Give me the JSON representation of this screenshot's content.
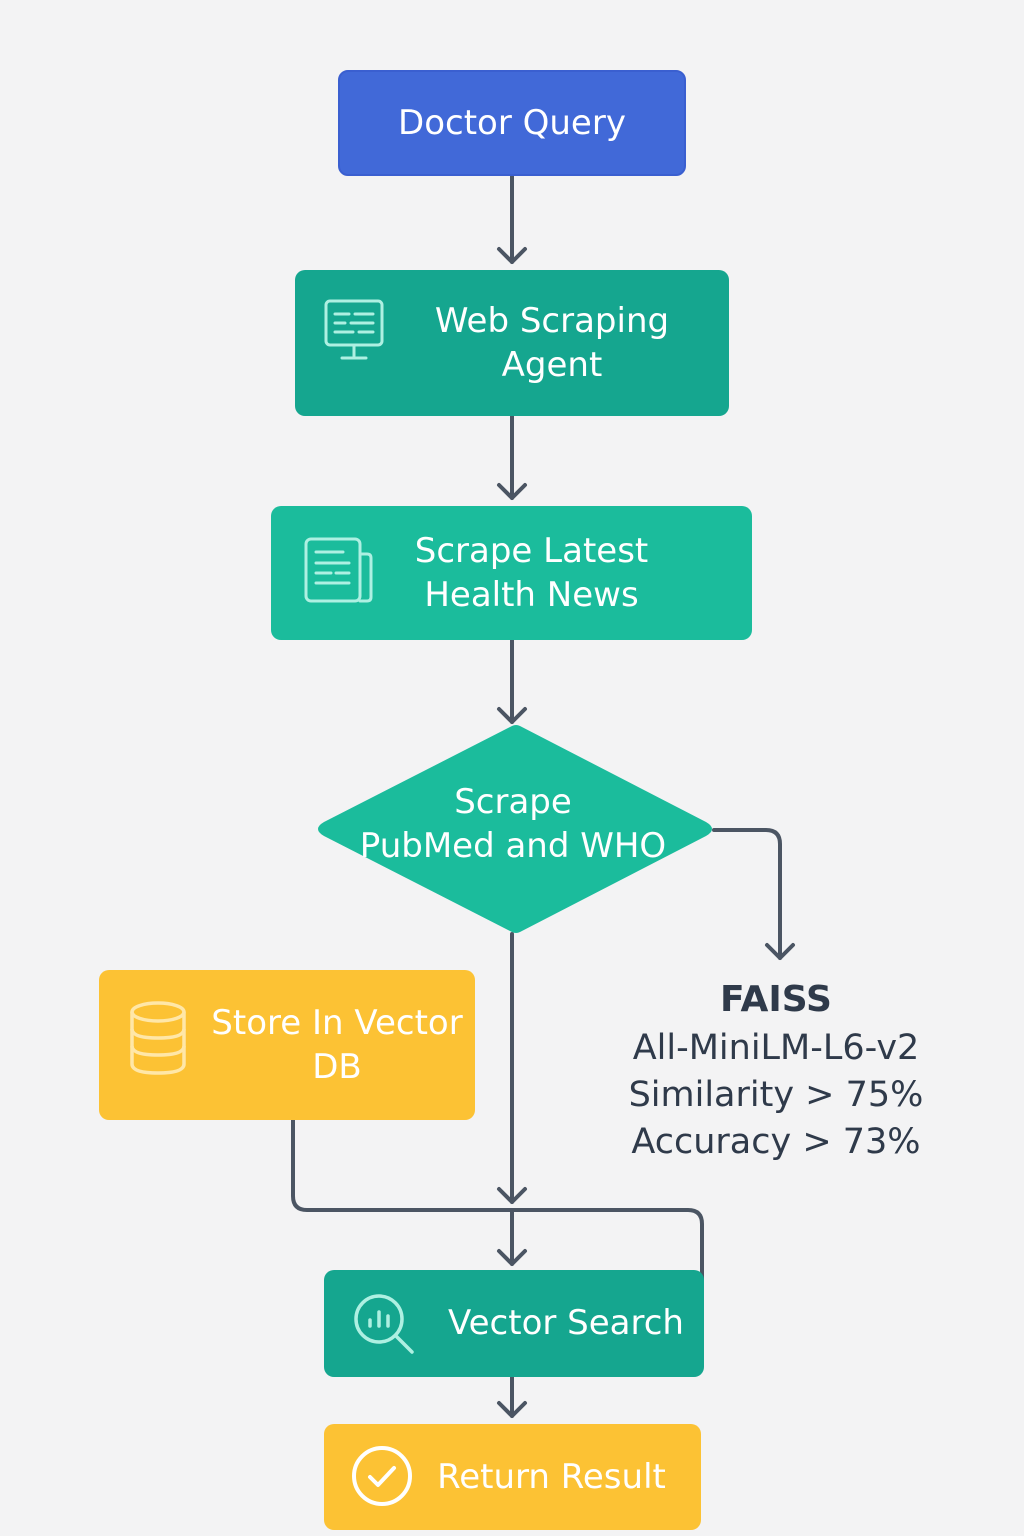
{
  "nodes": {
    "doctor_query": {
      "label": "Doctor Query"
    },
    "web_scraping_agent": {
      "label": "Web Scraping\nAgent",
      "icon": "monitor-icon"
    },
    "scrape_latest_news": {
      "label": "Scrape Latest\nHealth News",
      "icon": "newspaper-icon"
    },
    "scrape_pubmed_who": {
      "label": "Scrape\nPubMed and WHO"
    },
    "store_vector_db": {
      "label": "Store In Vector\nDB",
      "icon": "database-icon"
    },
    "vector_search": {
      "label": "Vector Search",
      "icon": "search-chart-icon"
    },
    "return_result": {
      "label": "Return Result",
      "icon": "check-circle-icon"
    }
  },
  "faiss_note": {
    "title": "FAISS",
    "lines": [
      "All-MiniLM-L6-v2",
      "Similarity > 75%",
      "Accuracy > 73%"
    ]
  },
  "colors": {
    "blue": "#4169d8",
    "teal": "#15a68f",
    "teal_light": "#1bbc9c",
    "yellow": "#fcc234",
    "connector": "#4b5563",
    "text_dark": "#2f3a4a"
  }
}
